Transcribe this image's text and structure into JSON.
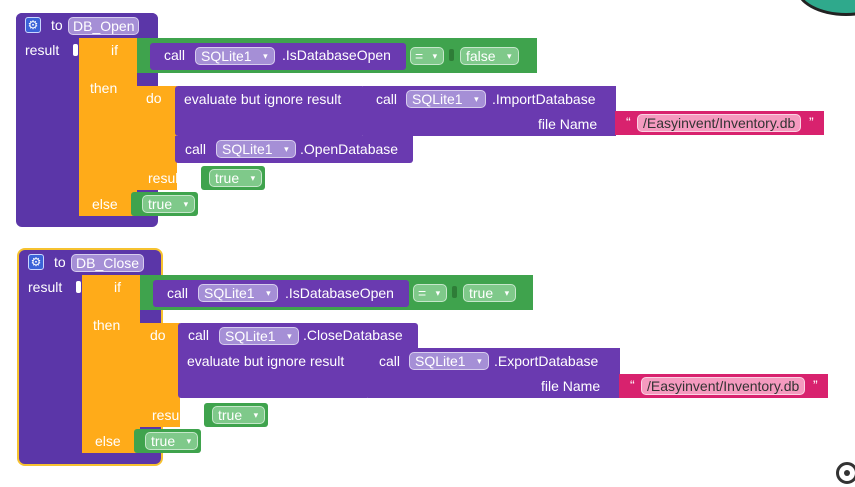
{
  "procedure1": {
    "to_label": "to",
    "name": "DB_Open",
    "result_label": "result",
    "if_label": "if",
    "then_label": "then",
    "else_label": "else",
    "do_label": "do",
    "call_label": "call",
    "component": "SQLite1",
    "is_open_method": ".IsDatabaseOpen",
    "compare_op": "=",
    "compare_value": "false",
    "evaluate_label": "evaluate but ignore result",
    "import_method": ".ImportDatabase",
    "file_name_label": "file Name",
    "open_quote": "“",
    "file_path": "/Easyinvent/Inventory.db",
    "close_quote": "”",
    "open_method": ".OpenDatabase",
    "inner_result_label": "result",
    "inner_result_value": "true",
    "else_value": "true"
  },
  "procedure2": {
    "to_label": "to",
    "name": "DB_Close",
    "result_label": "result",
    "if_label": "if",
    "then_label": "then",
    "else_label": "else",
    "do_label": "do",
    "call_label": "call",
    "component": "SQLite1",
    "is_open_method": ".IsDatabaseOpen",
    "compare_op": "=",
    "compare_value": "true",
    "close_method": ".CloseDatabase",
    "evaluate_label": "evaluate but ignore result",
    "export_method": ".ExportDatabase",
    "file_name_label": "file Name",
    "open_quote": "“",
    "file_path": "/Easyinvent/Inventory.db",
    "close_quote": "”",
    "inner_result_label": "result",
    "inner_result_value": "true",
    "else_value": "true"
  },
  "dropdown_caret": "▾",
  "icons": {
    "procedure": "gear-icon",
    "mascot": "mascot-icon",
    "workspace_center": "crosshair-icon"
  },
  "colors": {
    "procedure": "#5b36a8",
    "control": "#ffab19",
    "component_call": "#6a3ab0",
    "logic": "#3fa34d",
    "text": "#d8226e",
    "selected_outline": "#f6c230"
  }
}
